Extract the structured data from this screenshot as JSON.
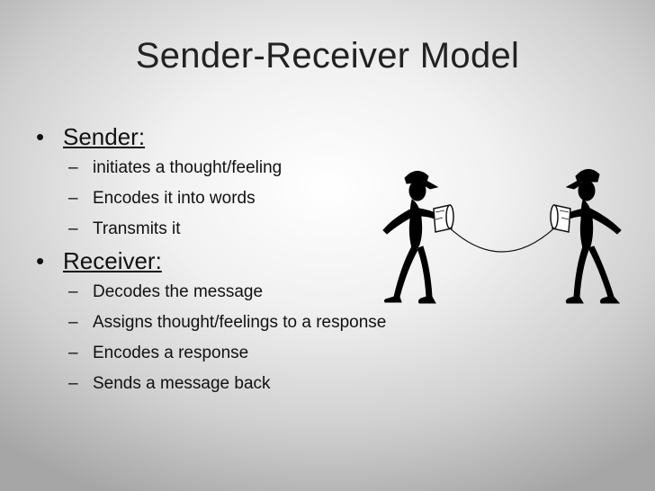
{
  "slide": {
    "title": "Sender-Receiver Model",
    "bullet_glyph": "•",
    "dash_glyph": "–",
    "sections": [
      {
        "heading": "Sender:",
        "items": [
          "initiates a thought/feeling",
          "Encodes it into words",
          "Transmits it"
        ]
      },
      {
        "heading": "Receiver:",
        "items": [
          "Decodes the message",
          "Assigns thought/feelings to a response",
          "Encodes a response",
          "Sends a message back"
        ]
      }
    ],
    "illustration": "two-figures-tin-can-telephone"
  }
}
